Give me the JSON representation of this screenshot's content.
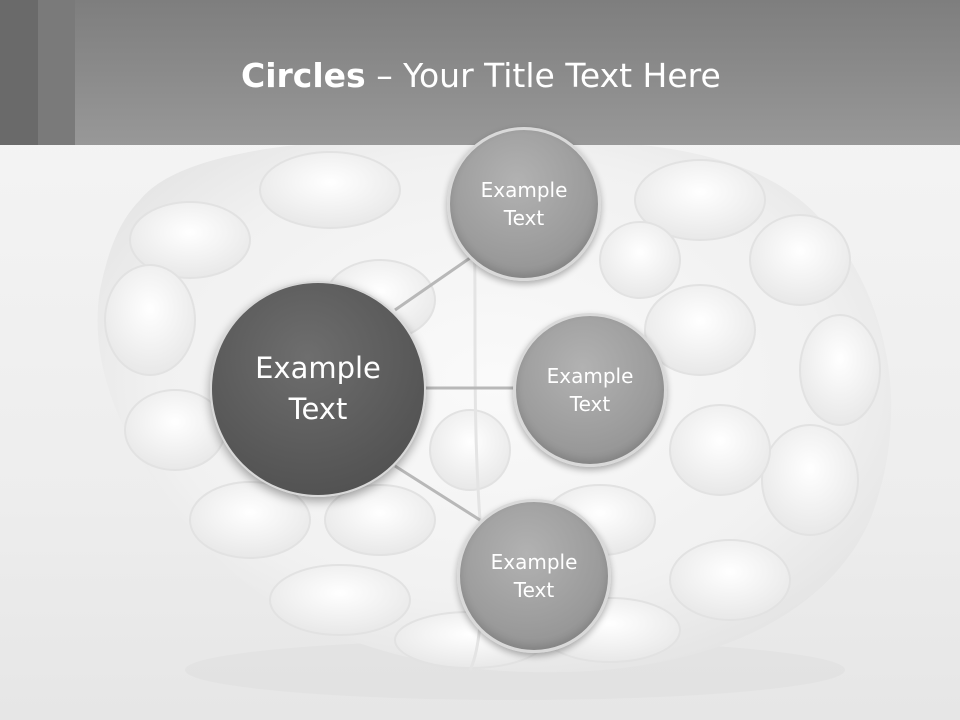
{
  "slide": {
    "title_bold": "Circles",
    "title_rest": " – Your Title Text Here"
  },
  "diagram": {
    "hub": {
      "label": "Example Text"
    },
    "satellites": [
      {
        "label": "Example Text"
      },
      {
        "label": "Example Text"
      },
      {
        "label": "Example Text"
      }
    ]
  },
  "colors": {
    "header": "#8c8c8c",
    "hub_fill": "#5a5a5a",
    "satellite_fill": "#9d9d9d",
    "connector": "#b8b8b8",
    "circle_border": "#d9d9d9",
    "text": "#ffffff"
  }
}
